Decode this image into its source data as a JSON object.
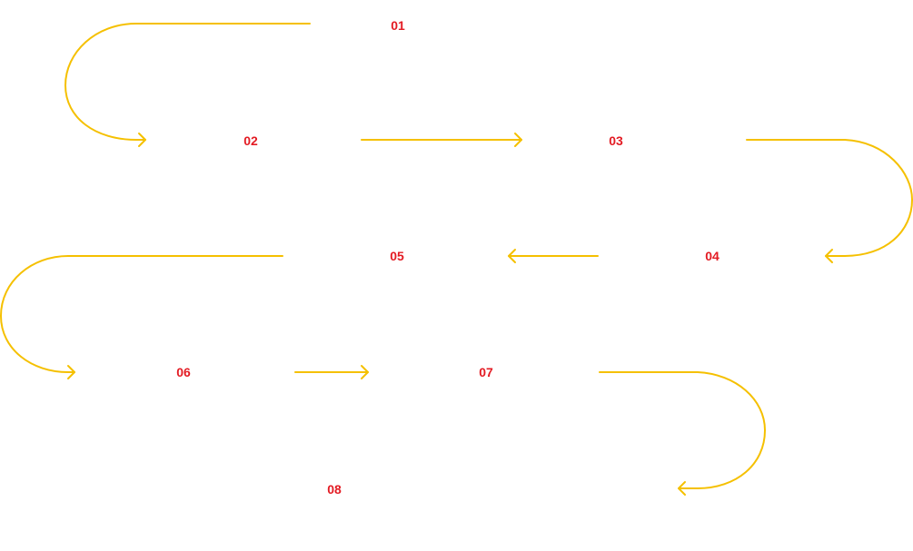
{
  "colors": {
    "label": "#e31b23",
    "connector": "#f5c000",
    "background": "#ffffff"
  },
  "diagram": {
    "type": "serpentine-process-flow",
    "steps": [
      {
        "id": "01",
        "label": "01"
      },
      {
        "id": "02",
        "label": "02"
      },
      {
        "id": "03",
        "label": "03"
      },
      {
        "id": "04",
        "label": "04"
      },
      {
        "id": "05",
        "label": "05"
      },
      {
        "id": "06",
        "label": "06"
      },
      {
        "id": "07",
        "label": "07"
      },
      {
        "id": "08",
        "label": "08"
      }
    ],
    "connectors": [
      {
        "from": "01",
        "to": "02",
        "shape": "u-turn-left",
        "arrow": "arrow-right-icon"
      },
      {
        "from": "02",
        "to": "03",
        "shape": "straight",
        "arrow": "arrow-right-icon"
      },
      {
        "from": "03",
        "to": "04",
        "shape": "u-turn-right",
        "arrow": "arrow-left-icon"
      },
      {
        "from": "04",
        "to": "05",
        "shape": "straight",
        "arrow": "arrow-left-icon"
      },
      {
        "from": "05",
        "to": "06",
        "shape": "u-turn-left",
        "arrow": "arrow-right-icon"
      },
      {
        "from": "06",
        "to": "07",
        "shape": "straight",
        "arrow": "arrow-right-icon"
      },
      {
        "from": "07",
        "to": "08",
        "shape": "u-turn-right",
        "arrow": "arrow-left-icon"
      }
    ]
  }
}
